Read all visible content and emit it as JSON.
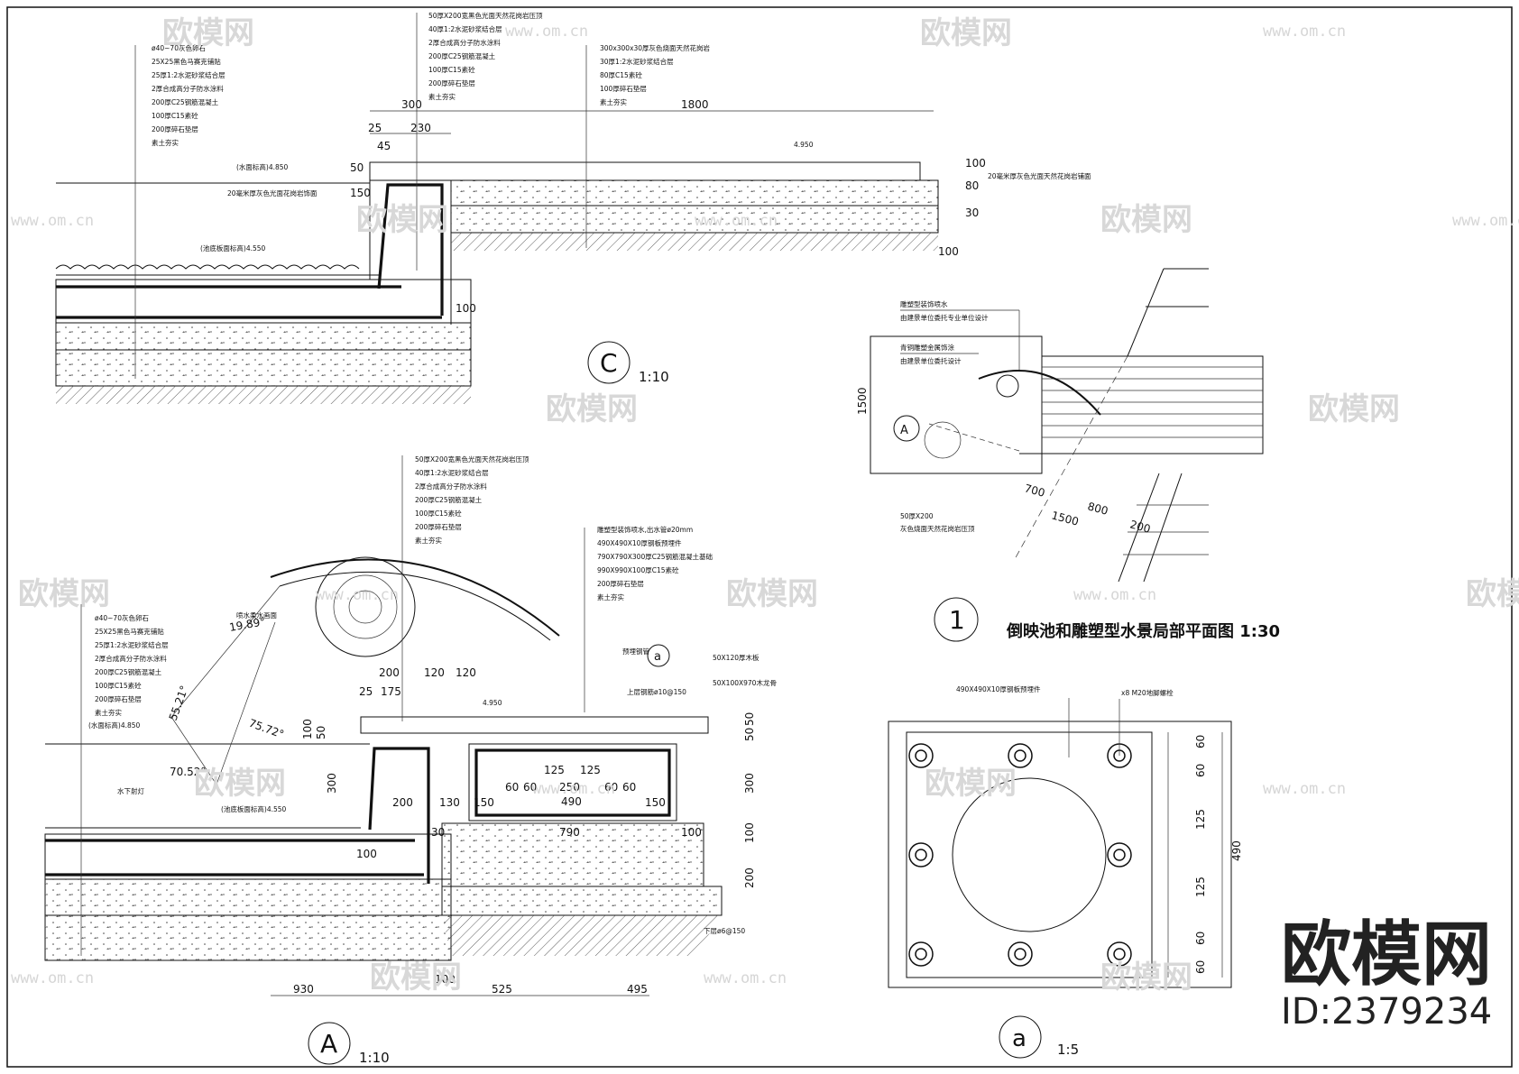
{
  "brand": {
    "logo_text": "欧模网",
    "id_label": "ID:2379234",
    "watermark": "欧模网",
    "watermark_url": "www.om.cn"
  },
  "section_c": {
    "callout": "C",
    "scale": "1:10",
    "notes_left": [
      "ø40~70灰色卵石",
      "25X25黑色马赛克铺贴",
      "25厚1:2水泥砂浆结合层",
      "2厚合成高分子防水涂料",
      "200厚C25钢筋混凝土",
      "100厚C15素砼",
      "200厚碎石垫层",
      "素土夯实"
    ],
    "notes_mid": [
      "50厚X200宽黑色光面天然花岗岩压顶",
      "40厚1:2水泥砂浆结合层",
      "2厚合成高分子防水涂料",
      "200厚C25钢筋混凝土",
      "100厚C15素砼",
      "200厚碎石垫层",
      "素土夯实"
    ],
    "notes_right": [
      "300x300x30厚灰色烧面天然花岗岩",
      "30厚1:2水泥砂浆结合层",
      "80厚C15素砼",
      "100厚碎石垫层",
      "素土夯实"
    ],
    "dims": {
      "d300": "300",
      "d1800": "1800",
      "d25": "25",
      "d230": "230",
      "d45": "45",
      "d50": "50",
      "d150": "150",
      "d100a": "100",
      "d100b": "100",
      "d80": "80",
      "d30": "30",
      "d100c": "100"
    },
    "levels": {
      "water": "(水面标高)4.850",
      "bottom": "(池底板面标高)4.550",
      "ground": "4.950"
    },
    "note_stone": "20毫米厚灰色光面花岗岩饰面",
    "note_edge": "20毫米厚灰色光面天然花岗岩铺面"
  },
  "plan_1": {
    "callout": "1",
    "title": "倒映池和雕塑型水景局部平面图 1:30",
    "notes": [
      "雕塑型装饰喷水",
      "由建景单位委托专业单位设计",
      "青铜雕塑金属饰涂",
      "由建景单位委托设计"
    ],
    "note_bottom": [
      "50厚X200",
      "灰色烧面天然花岗岩压顶"
    ],
    "dims": {
      "d1500v": "1500",
      "d700": "700",
      "d1500": "1500",
      "d800": "800",
      "d200": "200"
    },
    "tag": "A"
  },
  "section_a": {
    "callout": "A",
    "scale": "1:10",
    "notes_left": [
      "ø40~70灰色卵石",
      "25X25黑色马赛克铺贴",
      "25厚1:2水泥砂浆结合层",
      "2厚合成高分子防水涂料",
      "200厚C25钢筋混凝土",
      "100厚C15素砼",
      "200厚碎石垫层",
      "素土夯实"
    ],
    "notes_mid": [
      "50厚X200宽黑色光面天然花岗岩压顶",
      "40厚1:2水泥砂浆结合层",
      "2厚合成高分子防水涂料",
      "200厚C25钢筋混凝土",
      "100厚C15素砼",
      "200厚碎石垫层",
      "素土夯实"
    ],
    "notes_right": [
      "雕塑型装饰喷水,出水管ø20mm",
      "490X490X10厚钢板预埋件",
      "790X790X300厚C25钢筋混凝土基础",
      "990X990X100厚C15素砼",
      "200厚碎石垫层",
      "素土夯实"
    ],
    "note_spray": "喷水柔水画面",
    "note_light": "水下射灯",
    "note_board": "50X120厚木板",
    "note_wood": "50X100X970木龙骨",
    "note_bolt": "上层钢筋ø10@150",
    "note_lower": "下层ø6@150",
    "note_pipe": "预埋钢管",
    "tag": "a",
    "angles": [
      "19.89°",
      "55.21°",
      "75.72°",
      "70.52°"
    ],
    "dims": {
      "d200": "200",
      "d120a": "120",
      "d120b": "120",
      "d25": "25",
      "d175": "175",
      "d100": "100",
      "d50": "50",
      "d300": "300",
      "d200b": "200",
      "d130": "130",
      "d150a": "150",
      "d150b": "150",
      "d125a": "125",
      "d125b": "125",
      "d250": "250",
      "d490": "490",
      "d60a": "60",
      "d60b": "60",
      "d60c": "60",
      "d60d": "60",
      "d790": "790",
      "d30": "30",
      "d100b": "100",
      "d100c": "100",
      "d930": "930",
      "d100d": "100",
      "d525": "525",
      "d495": "495",
      "d300r": "300",
      "d100r": "100",
      "d200r": "200",
      "d50r": "50",
      "d50r2": "50"
    },
    "levels": {
      "water": "(水面标高)4.850",
      "bottom": "(池底板面标高)4.550",
      "ground": "4.950"
    }
  },
  "detail_a": {
    "callout": "a",
    "scale": "1:5",
    "note_plate": "490X490X10厚钢板预埋件",
    "note_bolt": "x8 M20地脚螺栓",
    "dims": [
      "60",
      "60",
      "125",
      "125",
      "60",
      "60"
    ],
    "dim_total": "490"
  }
}
